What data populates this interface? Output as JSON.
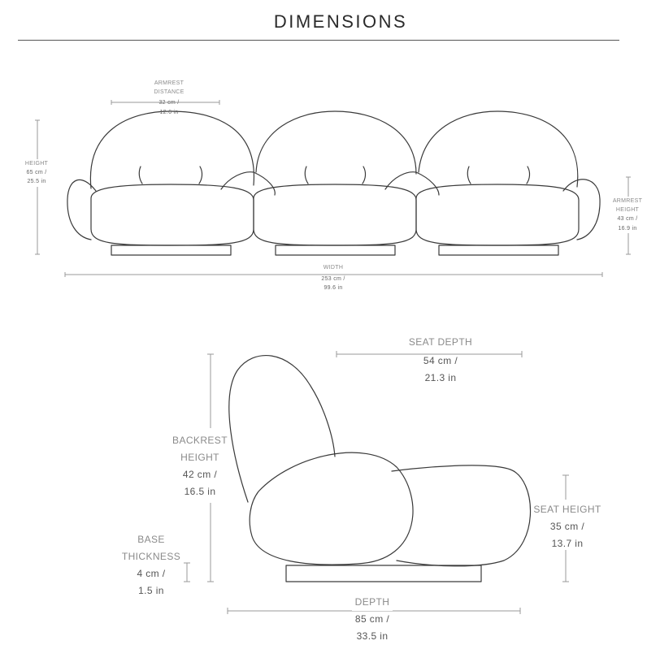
{
  "header": {
    "title": "DIMENSIONS"
  },
  "front_view": {
    "armrest_distance": {
      "label_1": "ARMREST",
      "label_2": "DISTANCE",
      "cm": "32 cm /",
      "inch": "12.6 in"
    },
    "height": {
      "label": "HEIGHT",
      "cm": "65 cm /",
      "inch": "25.5 in"
    },
    "armrest_height": {
      "label_1": "ARMREST",
      "label_2": "HEIGHT",
      "cm": "43 cm /",
      "inch": "16.9 in"
    },
    "width": {
      "label": "WIDTH",
      "cm": "253 cm /",
      "inch": "99.6 in"
    }
  },
  "side_view": {
    "seat_depth": {
      "label": "SEAT DEPTH",
      "cm": "54 cm /",
      "inch": "21.3  in"
    },
    "backrest_height": {
      "label_1": "BACKREST",
      "label_2": "HEIGHT",
      "cm": "42 cm /",
      "inch": "16.5 in"
    },
    "base_thickness": {
      "label_1": "BASE",
      "label_2": "THICKNESS",
      "cm": "4 cm /",
      "inch": "1.5 in"
    },
    "seat_height": {
      "label": "SEAT HEIGHT",
      "cm": "35 cm /",
      "inch": "13.7 in"
    },
    "depth": {
      "label": "DEPTH",
      "cm": "85 cm /",
      "inch": "33.5 in"
    }
  },
  "colors": {
    "line": "#3a3a3a",
    "dim_line": "#9a9a9a",
    "text": "#8a8a8a"
  }
}
